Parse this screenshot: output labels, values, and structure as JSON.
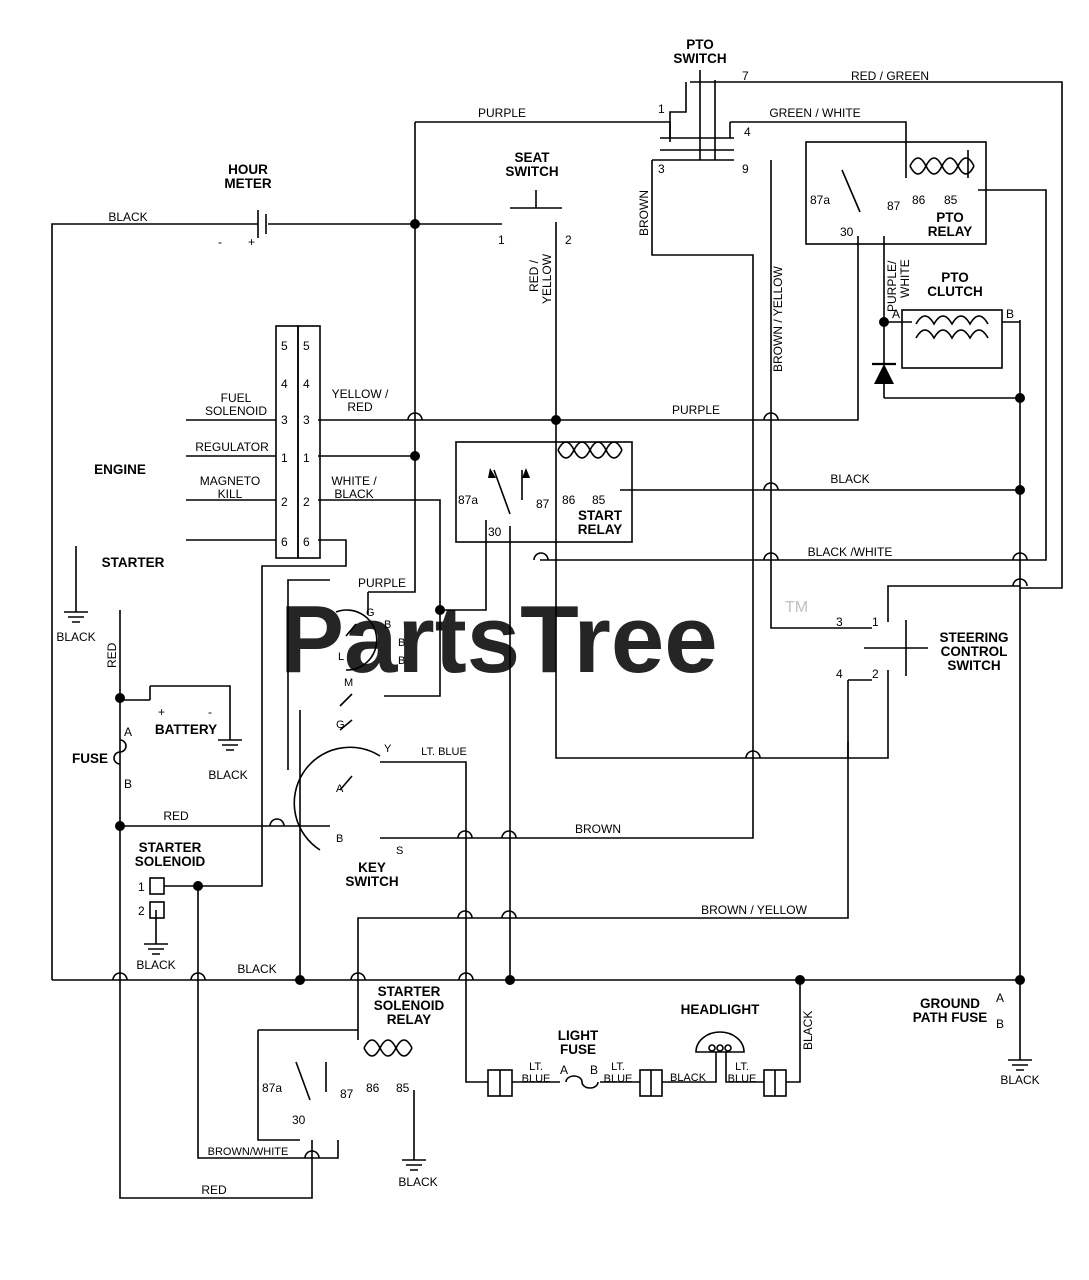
{
  "watermark": {
    "text": "PartsTree",
    "tm": "TM"
  },
  "components": {
    "pto_switch": {
      "line1": "PTO",
      "line2": "SWITCH",
      "pins": [
        "1",
        "7",
        "4",
        "3",
        "9"
      ]
    },
    "hour_meter": {
      "line1": "HOUR",
      "line2": "METER",
      "minus": "-",
      "plus": "+"
    },
    "seat_switch": {
      "line1": "SEAT",
      "line2": "SWITCH",
      "pins": [
        "1",
        "2"
      ]
    },
    "pto_relay": {
      "line1": "PTO",
      "line2": "RELAY",
      "pins": [
        "87a",
        "30",
        "87",
        "86",
        "85"
      ]
    },
    "pto_clutch": {
      "line1": "PTO",
      "line2": "CLUTCH",
      "pins": [
        "A",
        "B"
      ]
    },
    "engine": {
      "label": "ENGINE",
      "starter": "STARTER",
      "left_pins": [
        "5",
        "4",
        "3",
        "1",
        "2",
        "6"
      ],
      "right_pins": [
        "5",
        "4",
        "3",
        "1",
        "2",
        "6"
      ]
    },
    "fuel_solenoid": {
      "line1": "FUEL",
      "line2": "SOLENOID"
    },
    "regulator": {
      "label": "REGULATOR"
    },
    "magneto_kill": {
      "line1": "MAGNETO",
      "line2": "KILL"
    },
    "start_relay": {
      "line1": "START",
      "line2": "RELAY",
      "pins": [
        "87a",
        "30",
        "87",
        "86",
        "85"
      ]
    },
    "battery": {
      "label": "BATTERY",
      "plus": "+",
      "minus": "-"
    },
    "fuse": {
      "label": "FUSE",
      "a": "A",
      "b": "B"
    },
    "key_switch": {
      "line1": "KEY",
      "line2": "SWITCH",
      "terminals": [
        "G",
        "B",
        "B",
        "L",
        "B",
        "M",
        "G",
        "Y",
        "A",
        "B",
        "S"
      ]
    },
    "steering_control_switch": {
      "line1": "STEERING",
      "line2": "CONTROL",
      "line3": "SWITCH",
      "pins": [
        "3",
        "1",
        "4",
        "2"
      ]
    },
    "starter_solenoid": {
      "line1": "STARTER",
      "line2": "SOLENOID",
      "pins": [
        "1",
        "2"
      ]
    },
    "starter_solenoid_relay": {
      "line1": "STARTER",
      "line2": "SOLENOID",
      "line3": "RELAY",
      "pins": [
        "87a",
        "30",
        "87",
        "86",
        "85"
      ]
    },
    "light_fuse": {
      "line1": "LIGHT",
      "line2": "FUSE",
      "a": "A",
      "b": "B"
    },
    "headlight": {
      "label": "HEADLIGHT"
    },
    "ground_path_fuse": {
      "line1": "GROUND",
      "line2": "PATH FUSE",
      "a": "A",
      "b": "B"
    }
  },
  "wires": {
    "red_green": "RED / GREEN",
    "purple_top": "PURPLE",
    "green_white": "GREEN / WHITE",
    "black_top": "BLACK",
    "brown_vertical": "BROWN",
    "red_yellow": [
      "RED /",
      "YELLOW"
    ],
    "brown_yellow_vertical": "BROWN / YELLOW",
    "purple_white": [
      "PURPLE/",
      "WHITE"
    ],
    "yellow_red": [
      "YELLOW /",
      "RED"
    ],
    "purple_mid": "PURPLE",
    "white_black": [
      "WHITE /",
      "BLACK"
    ],
    "black_mid": "BLACK",
    "black_white": "BLACK /WHITE",
    "purple_key": "PURPLE",
    "black_ground_left": "BLACK",
    "red_left": "RED",
    "black_battery": "BLACK",
    "lt_blue_key": "LT. BLUE",
    "red_fuse": "RED",
    "brown_key": "BROWN",
    "brown_yellow_bottom": "BROWN / YELLOW",
    "black_solenoid": "BLACK",
    "black_main": "BLACK",
    "brown_white": "BROWN/WHITE",
    "red_bottom": "RED",
    "black_relay_ground": "BLACK",
    "lt_blue_1": [
      "LT.",
      "BLUE"
    ],
    "lt_blue_2": [
      "LT.",
      "BLUE"
    ],
    "black_headlight": "BLACK",
    "lt_blue_3": [
      "LT.",
      "BLUE"
    ],
    "black_headlight_vertical": "BLACK",
    "black_ground_path": "BLACK"
  }
}
